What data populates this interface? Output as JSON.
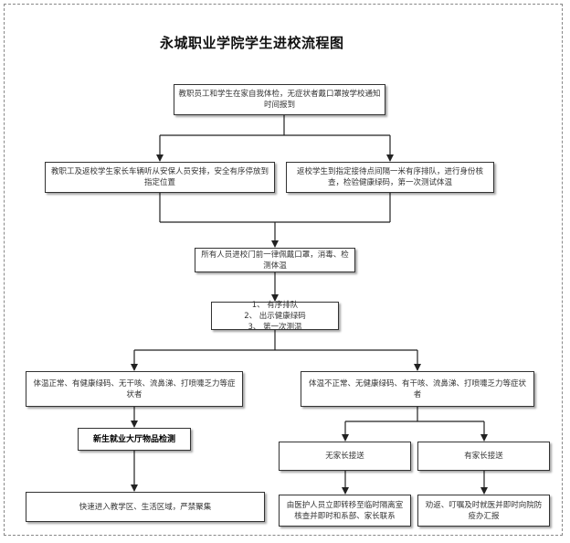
{
  "title": "永城职业学院学生进校流程图",
  "nodes": {
    "n1": "教职员工和学生在家自我体检，无症状者戴口罩按学校通知时间报到",
    "n2": "教职工及返校学生家长车辆听从安保人员安排，安全有序停放到指定位置",
    "n3": "返校学生到指定接待点间隔一米有序排队，进行身份核查，检验健康绿码，第一次测试体温",
    "n4": "所有人员进校门前一律佩戴口罩，消毒、检测体温",
    "n5": [
      "1、 有序排队",
      "2、 出示健康绿码",
      "3、 第一次测温"
    ],
    "n6": "体温正常、有健康绿码、无干咳、流鼻涕、打喷嚏乏力等症状者",
    "n7": "体温不正常、无健康绿码、有干咳、流鼻涕、打喷嚏乏力等症状者",
    "n8": "新生就业大厅物品检测",
    "n9": "无家长接送",
    "n10": "有家长接送",
    "n11": "快速进入教学区、生活区域，严禁聚集",
    "n12": "由医护人员立即转移至临时隔离室核查并即时和系部、家长联系",
    "n13": "劝返、叮嘱及时就医并即时向院防疫办汇报"
  }
}
